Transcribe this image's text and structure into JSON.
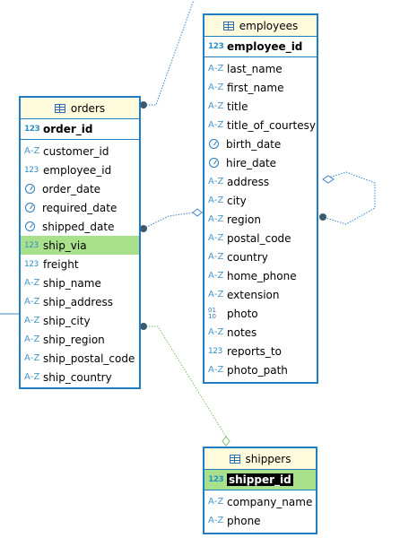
{
  "tables": {
    "orders": {
      "title": "orders",
      "pk": {
        "type": "num",
        "name": "order_id"
      },
      "columns": [
        {
          "type": "str",
          "name": "customer_id"
        },
        {
          "type": "num",
          "name": "employee_id"
        },
        {
          "type": "date",
          "name": "order_date"
        },
        {
          "type": "date",
          "name": "required_date"
        },
        {
          "type": "date",
          "name": "shipped_date"
        },
        {
          "type": "num",
          "name": "ship_via",
          "highlight": true
        },
        {
          "type": "num",
          "name": "freight"
        },
        {
          "type": "str",
          "name": "ship_name"
        },
        {
          "type": "str",
          "name": "ship_address"
        },
        {
          "type": "str",
          "name": "ship_city"
        },
        {
          "type": "str",
          "name": "ship_region"
        },
        {
          "type": "str",
          "name": "ship_postal_code"
        },
        {
          "type": "str",
          "name": "ship_country"
        }
      ]
    },
    "employees": {
      "title": "employees",
      "pk": {
        "type": "num",
        "name": "employee_id"
      },
      "columns": [
        {
          "type": "str",
          "name": "last_name"
        },
        {
          "type": "str",
          "name": "first_name"
        },
        {
          "type": "str",
          "name": "title"
        },
        {
          "type": "str",
          "name": "title_of_courtesy"
        },
        {
          "type": "date",
          "name": "birth_date"
        },
        {
          "type": "date",
          "name": "hire_date"
        },
        {
          "type": "str",
          "name": "address"
        },
        {
          "type": "str",
          "name": "city"
        },
        {
          "type": "str",
          "name": "region"
        },
        {
          "type": "str",
          "name": "postal_code"
        },
        {
          "type": "str",
          "name": "country"
        },
        {
          "type": "str",
          "name": "home_phone"
        },
        {
          "type": "str",
          "name": "extension"
        },
        {
          "type": "bin",
          "name": "photo"
        },
        {
          "type": "str",
          "name": "notes"
        },
        {
          "type": "num",
          "name": "reports_to"
        },
        {
          "type": "str",
          "name": "photo_path"
        }
      ]
    },
    "shippers": {
      "title": "shippers",
      "pk": {
        "type": "num",
        "name": "shipper_id",
        "highlight": true
      },
      "columns": [
        {
          "type": "str",
          "name": "company_name"
        },
        {
          "type": "str",
          "name": "phone"
        }
      ]
    }
  },
  "icon_glyphs": {
    "num": "123",
    "str": "A·Z",
    "bin": "01 10"
  },
  "colors": {
    "border": "#1f7dc4",
    "header_bg": "#fffbdc",
    "highlight": "#a8e08c",
    "link": "#3a86c8",
    "link_green": "#7cbf6a",
    "connector_dot": "#3b5a6e"
  }
}
